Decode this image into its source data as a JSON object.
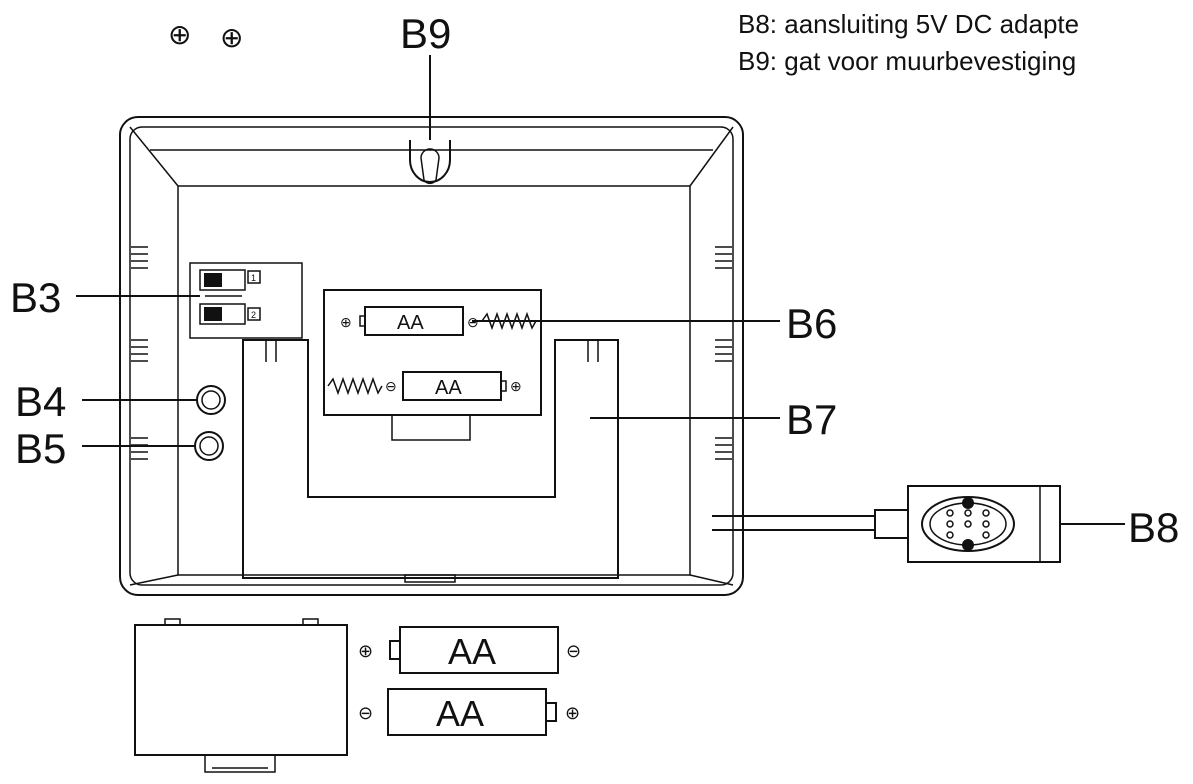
{
  "legend": {
    "b8": "B8: aansluiting 5V DC adapte",
    "b9": "B9: gat voor muurbevestiging"
  },
  "callouts": {
    "b3": "B3",
    "b4": "B4",
    "b5": "B5",
    "b6": "B6",
    "b7": "B7",
    "b8": "B8",
    "b9": "B9"
  },
  "battery": {
    "type": "AA",
    "plus": "⊕",
    "minus": "⊖"
  },
  "switch": {
    "one": "1",
    "two": "2"
  },
  "top_symbols": [
    "⊕",
    "⊕"
  ]
}
